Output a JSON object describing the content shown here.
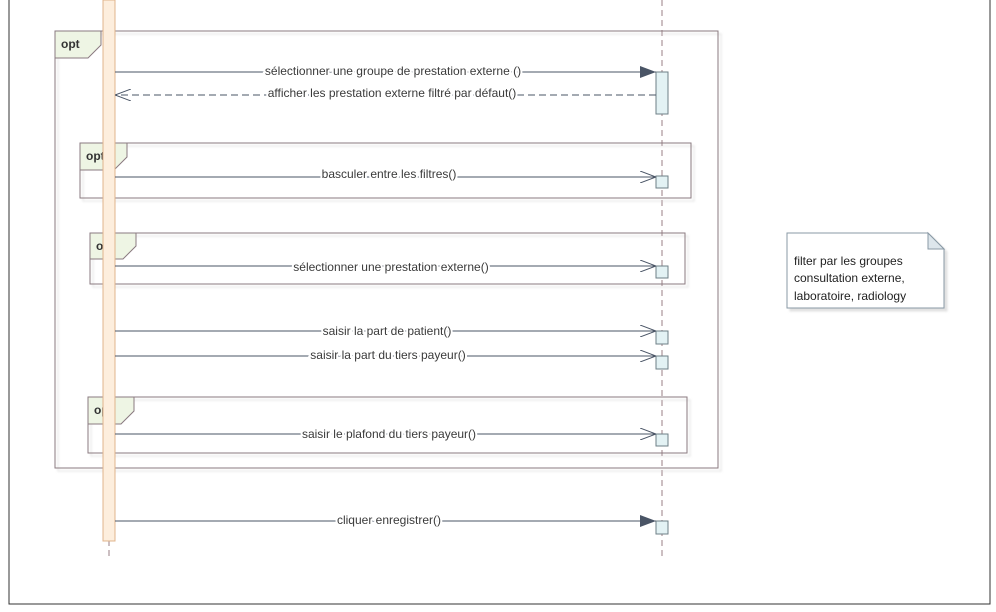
{
  "fragments": [
    {
      "id": "outer",
      "operator": "opt"
    },
    {
      "id": "f1",
      "operator": "opt"
    },
    {
      "id": "f2",
      "operator": "opt"
    },
    {
      "id": "f3",
      "operator": "opt"
    }
  ],
  "messages": [
    {
      "id": "m1",
      "label": "sélectionner une groupe de prestation externe ()",
      "kind": "sync"
    },
    {
      "id": "m2",
      "label": "afficher les prestation externe filtré par défaut()",
      "kind": "return"
    },
    {
      "id": "m3",
      "label": "basculer entre les filtres()",
      "kind": "async"
    },
    {
      "id": "m4",
      "label": "sélectionner une prestation externe()",
      "kind": "async"
    },
    {
      "id": "m5",
      "label": "saisir la part de patient()",
      "kind": "async"
    },
    {
      "id": "m6",
      "label": "saisir la part du tiers payeur()",
      "kind": "async"
    },
    {
      "id": "m7",
      "label": "saisir le plafond du tiers payeur()",
      "kind": "async"
    },
    {
      "id": "m8",
      "label": "cliquer enregistrer()",
      "kind": "sync"
    }
  ],
  "note": {
    "lines": [
      "filter par les groupes",
      "consultation externe,",
      "laboratoire, radiology"
    ]
  },
  "colors": {
    "frame_border": "#8a7a80",
    "opt_tab_fill": "#eef5e4",
    "lifeline_left_fill": "#fdeedd",
    "lifeline_left_border": "#e0b48c",
    "activation_fill": "#e3f2f4",
    "activation_border": "#6e7f86",
    "arrow": "#4a5566",
    "note_fill": "#ffffff",
    "note_border": "#8a9aa6"
  }
}
